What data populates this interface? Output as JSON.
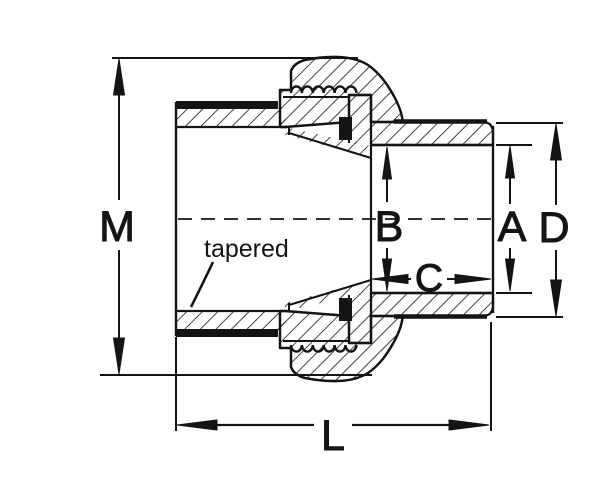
{
  "page": {
    "background": "#ffffff",
    "ink": "#141414"
  },
  "figure": {
    "type": "technical-drawing",
    "description": "Threaded pipe union cross-section with dimension callouts"
  },
  "dims": {
    "M": "M",
    "B": "B",
    "A": "A",
    "D": "D",
    "C": "C",
    "L": "L"
  },
  "annotation": {
    "tapered": "tapered"
  }
}
